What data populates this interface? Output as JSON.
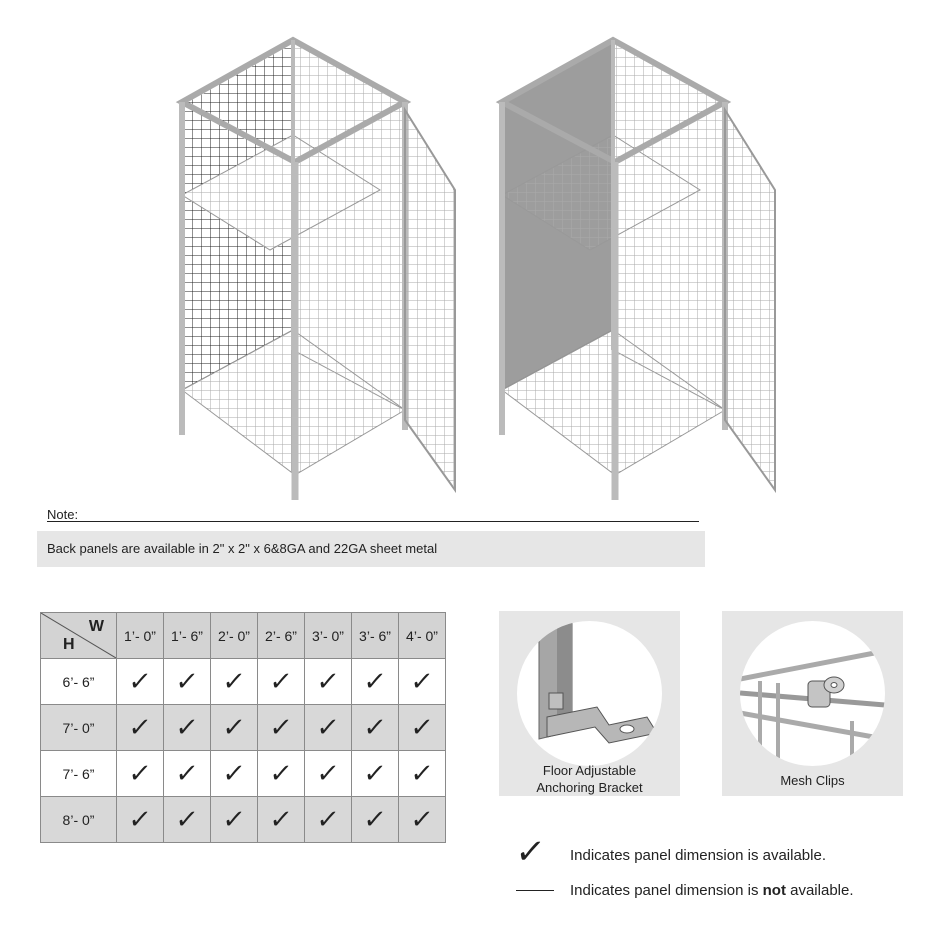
{
  "note": {
    "label": "Note:",
    "text": "Back panels are available in 2\" x 2\" x 6&8GA and 22GA sheet metal"
  },
  "table": {
    "corner_w": "W",
    "corner_h": "H",
    "columns": [
      "1’- 0”",
      "1’- 6”",
      "2’- 0”",
      "2’- 6”",
      "3’- 0”",
      "3’- 6”",
      "4’- 0”"
    ],
    "rows": [
      {
        "height": "6’- 6”",
        "cells": [
          "✓",
          "✓",
          "✓",
          "✓",
          "✓",
          "✓",
          "✓"
        ]
      },
      {
        "height": "7’- 0”",
        "cells": [
          "✓",
          "✓",
          "✓",
          "✓",
          "✓",
          "✓",
          "✓"
        ]
      },
      {
        "height": "7’- 6”",
        "cells": [
          "✓",
          "✓",
          "✓",
          "✓",
          "✓",
          "✓",
          "✓"
        ]
      },
      {
        "height": "8’- 0”",
        "cells": [
          "✓",
          "✓",
          "✓",
          "✓",
          "✓",
          "✓",
          "✓"
        ]
      }
    ]
  },
  "accessories": {
    "bracket_line1": "Floor Adjustable",
    "bracket_line2": "Anchoring Bracket",
    "clips": "Mesh Clips"
  },
  "legend": {
    "check_symbol": "✓",
    "available": "Indicates panel dimension is available.",
    "not_available_prefix": "Indicates panel dimension is ",
    "not_available_bold": "not",
    "not_available_suffix": " available."
  },
  "colors": {
    "mesh_dark": "#222222",
    "frame": "#9a9a9a",
    "sheet_panel": "#9d9d9d",
    "table_shade": "#d8d8d8",
    "note_box": "#e6e6e6"
  }
}
